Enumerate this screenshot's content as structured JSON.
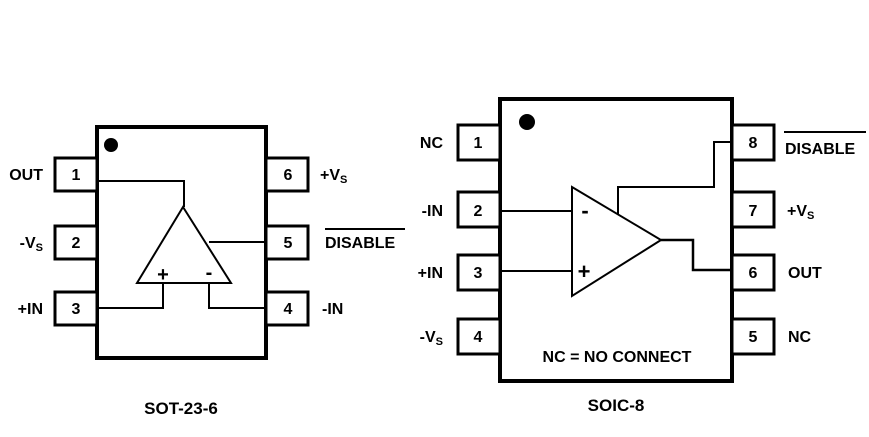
{
  "colors": {
    "ink": "#000000",
    "background": "#ffffff"
  },
  "packages": [
    {
      "id": "sot23",
      "caption": "SOT-23-6",
      "pin1_marker": "dot",
      "left_pins": [
        {
          "number": "1",
          "label": "OUT"
        },
        {
          "number": "2",
          "label": "-V",
          "sub": "S"
        },
        {
          "number": "3",
          "label": "+IN"
        }
      ],
      "right_pins": [
        {
          "number": "6",
          "label": "+V",
          "sub": "S"
        },
        {
          "number": "5",
          "label": "DISABLE",
          "overbar": true
        },
        {
          "number": "4",
          "label": "-IN"
        }
      ],
      "opamp": {
        "plus_symbol": "+",
        "minus_symbol": "-"
      }
    },
    {
      "id": "soic8",
      "caption": "SOIC-8",
      "pin1_marker": "dot",
      "note": "NC = NO CONNECT",
      "left_pins": [
        {
          "number": "1",
          "label": "NC"
        },
        {
          "number": "2",
          "label": "-IN"
        },
        {
          "number": "3",
          "label": "+IN"
        },
        {
          "number": "4",
          "label": "-V",
          "sub": "S"
        }
      ],
      "right_pins": [
        {
          "number": "8",
          "label": "DISABLE",
          "overbar": true
        },
        {
          "number": "7",
          "label": "+V",
          "sub": "S"
        },
        {
          "number": "6",
          "label": "OUT"
        },
        {
          "number": "5",
          "label": "NC"
        }
      ],
      "opamp": {
        "plus_symbol": "+",
        "minus_symbol": "-"
      }
    }
  ]
}
